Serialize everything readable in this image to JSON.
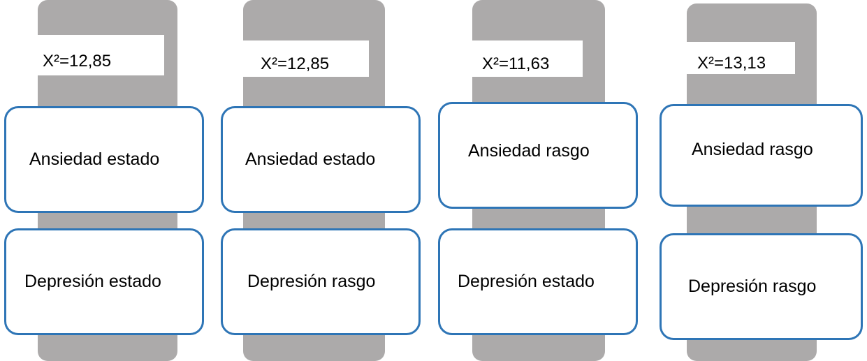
{
  "columns": [
    {
      "statistic": "X²=12,85",
      "top_box": "Ansiedad estado",
      "bottom_box": "Depresión estado"
    },
    {
      "statistic": "X²=12,85",
      "top_box": "Ansiedad estado",
      "bottom_box": "Depresión rasgo"
    },
    {
      "statistic": "X²=11,63",
      "top_box": "Ansiedad rasgo",
      "bottom_box": "Depresión estado"
    },
    {
      "statistic": "X²=13,13",
      "top_box": "Ansiedad rasgo",
      "bottom_box": "Depresión rasgo"
    }
  ],
  "colors": {
    "connector_bar": "#acaaaa",
    "box_border": "#2e75b6",
    "background": "#ffffff"
  }
}
